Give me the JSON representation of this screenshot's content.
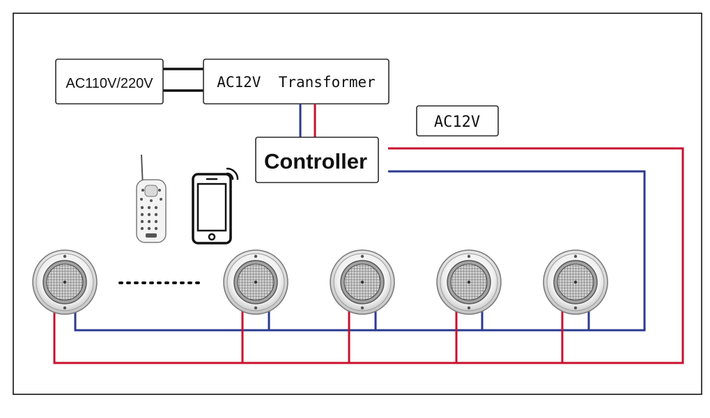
{
  "diagram": {
    "source_label": "AC110V/220V",
    "transformer_label": "AC12V  Transformer",
    "output_label": "AC12V",
    "controller_label": "Controller",
    "light_count": 5
  },
  "colors": {
    "live_wire": "#c8102e",
    "neutral_wire": "#2b3a8f",
    "mains_wire": "#111111"
  },
  "icons": [
    "remote-control-icon",
    "smartphone-icon",
    "wireless-signal-icon",
    "pool-light-icon"
  ]
}
